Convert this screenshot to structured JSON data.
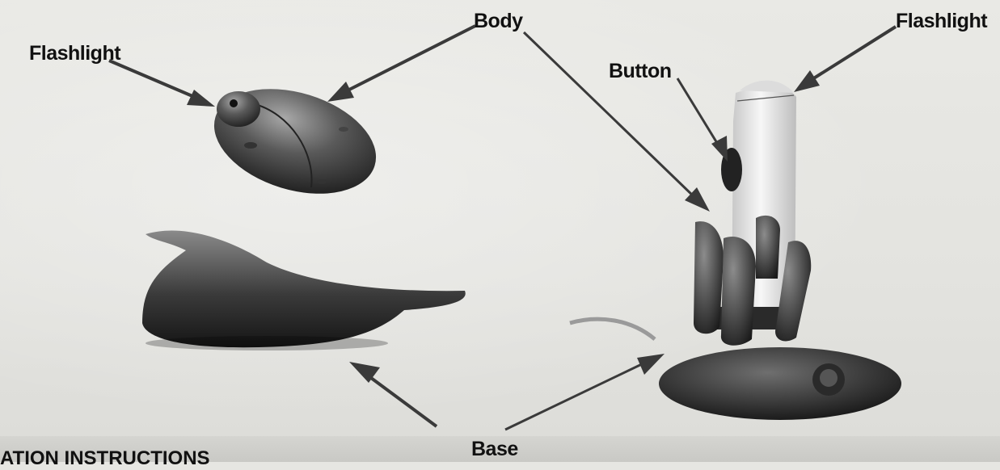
{
  "labels": {
    "flashlight_left": "Flashlight",
    "body": "Body",
    "flashlight_right": "Flashlight",
    "button": "Button",
    "base": "Base"
  },
  "caption": "ATION INSTRUCTIONS"
}
